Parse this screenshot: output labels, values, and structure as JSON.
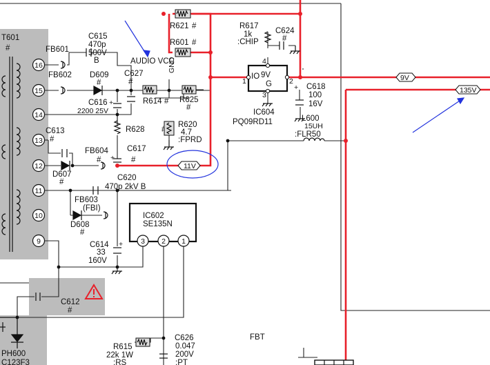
{
  "transformer": {
    "ref": "T601",
    "value": "#",
    "pins": [
      "16",
      "15",
      "14",
      "13",
      "12",
      "11",
      "10",
      "9"
    ]
  },
  "ferrite_beads": [
    {
      "ref": "FB601",
      "value": ""
    },
    {
      "ref": "FB602",
      "value": ""
    },
    {
      "ref": "FB604",
      "value": "#"
    },
    {
      "ref": "FB603",
      "value": "(FBI)"
    }
  ],
  "capacitors": {
    "c615": {
      "ref": "C615",
      "lines": [
        "470p",
        "500V",
        "B"
      ]
    },
    "c627": {
      "ref": "C627",
      "value": "#"
    },
    "c616": {
      "ref": "C616",
      "value": "2200 25V"
    },
    "c613": {
      "ref": "C613",
      "value": "#"
    },
    "c617": {
      "ref": "C617",
      "value": "#"
    },
    "c620": {
      "ref": "C620",
      "value": "470p 2kV B"
    },
    "c614": {
      "ref": "C614",
      "lines": [
        "33",
        "160V"
      ]
    },
    "c612": {
      "ref": "C612",
      "value": "#"
    },
    "c624": {
      "ref": "C624",
      "value": "#"
    },
    "c618": {
      "ref": "C618",
      "lines": [
        "100",
        "16V"
      ]
    },
    "c626": {
      "ref": "C626",
      "lines": [
        "0.047",
        "200V",
        ":PT"
      ]
    }
  },
  "diodes": {
    "d609": {
      "ref": "D609",
      "value": "#"
    },
    "d607": {
      "ref": "D607",
      "value": "#"
    },
    "d608": {
      "ref": "D608",
      "value": "#"
    }
  },
  "resistors": {
    "r621": {
      "ref": "R621",
      "value": "#"
    },
    "r601": {
      "ref": "R601",
      "value": "#"
    },
    "r617": {
      "ref": "R617",
      "lines": [
        "1k",
        ":CHIP"
      ]
    },
    "r614": {
      "ref": "R614",
      "value": "#"
    },
    "r625": {
      "ref": "R625",
      "value": "#"
    },
    "r628": {
      "ref": "R628",
      "value": "#"
    },
    "r620": {
      "ref": "R620",
      "lines": [
        "4.7",
        ":FPRD"
      ]
    },
    "r615": {
      "ref": "R615",
      "lines": [
        "22k 1W",
        ":RS"
      ]
    }
  },
  "ic604": {
    "ref": "IC604",
    "part": "PQ09RD11",
    "inner_io": "IO",
    "inner_9v": "9V",
    "inner_g": "G",
    "pins": {
      "p1": "1",
      "p2": "2",
      "p3": "3",
      "p4": "4"
    }
  },
  "ic602": {
    "ref": "IC602",
    "part": "SE135N",
    "pins": [
      "3",
      "2",
      "1"
    ]
  },
  "inductor": {
    "ref": "L600",
    "lines": [
      "15UH",
      ":FLR50"
    ]
  },
  "net_labels": {
    "audio_vcc": "AUDIO VCC",
    "gnd": "GND",
    "v9": "9V",
    "v135": "135V",
    "v11": "11V",
    "fbt": "FBT",
    "photo": "PH600",
    "photo_part": "C123F3"
  },
  "colors": {
    "highlight_wire": "#e8202a",
    "annotation": "#2233dd",
    "shaded_block": "#bcbcbc",
    "warning": "#e8202a"
  }
}
